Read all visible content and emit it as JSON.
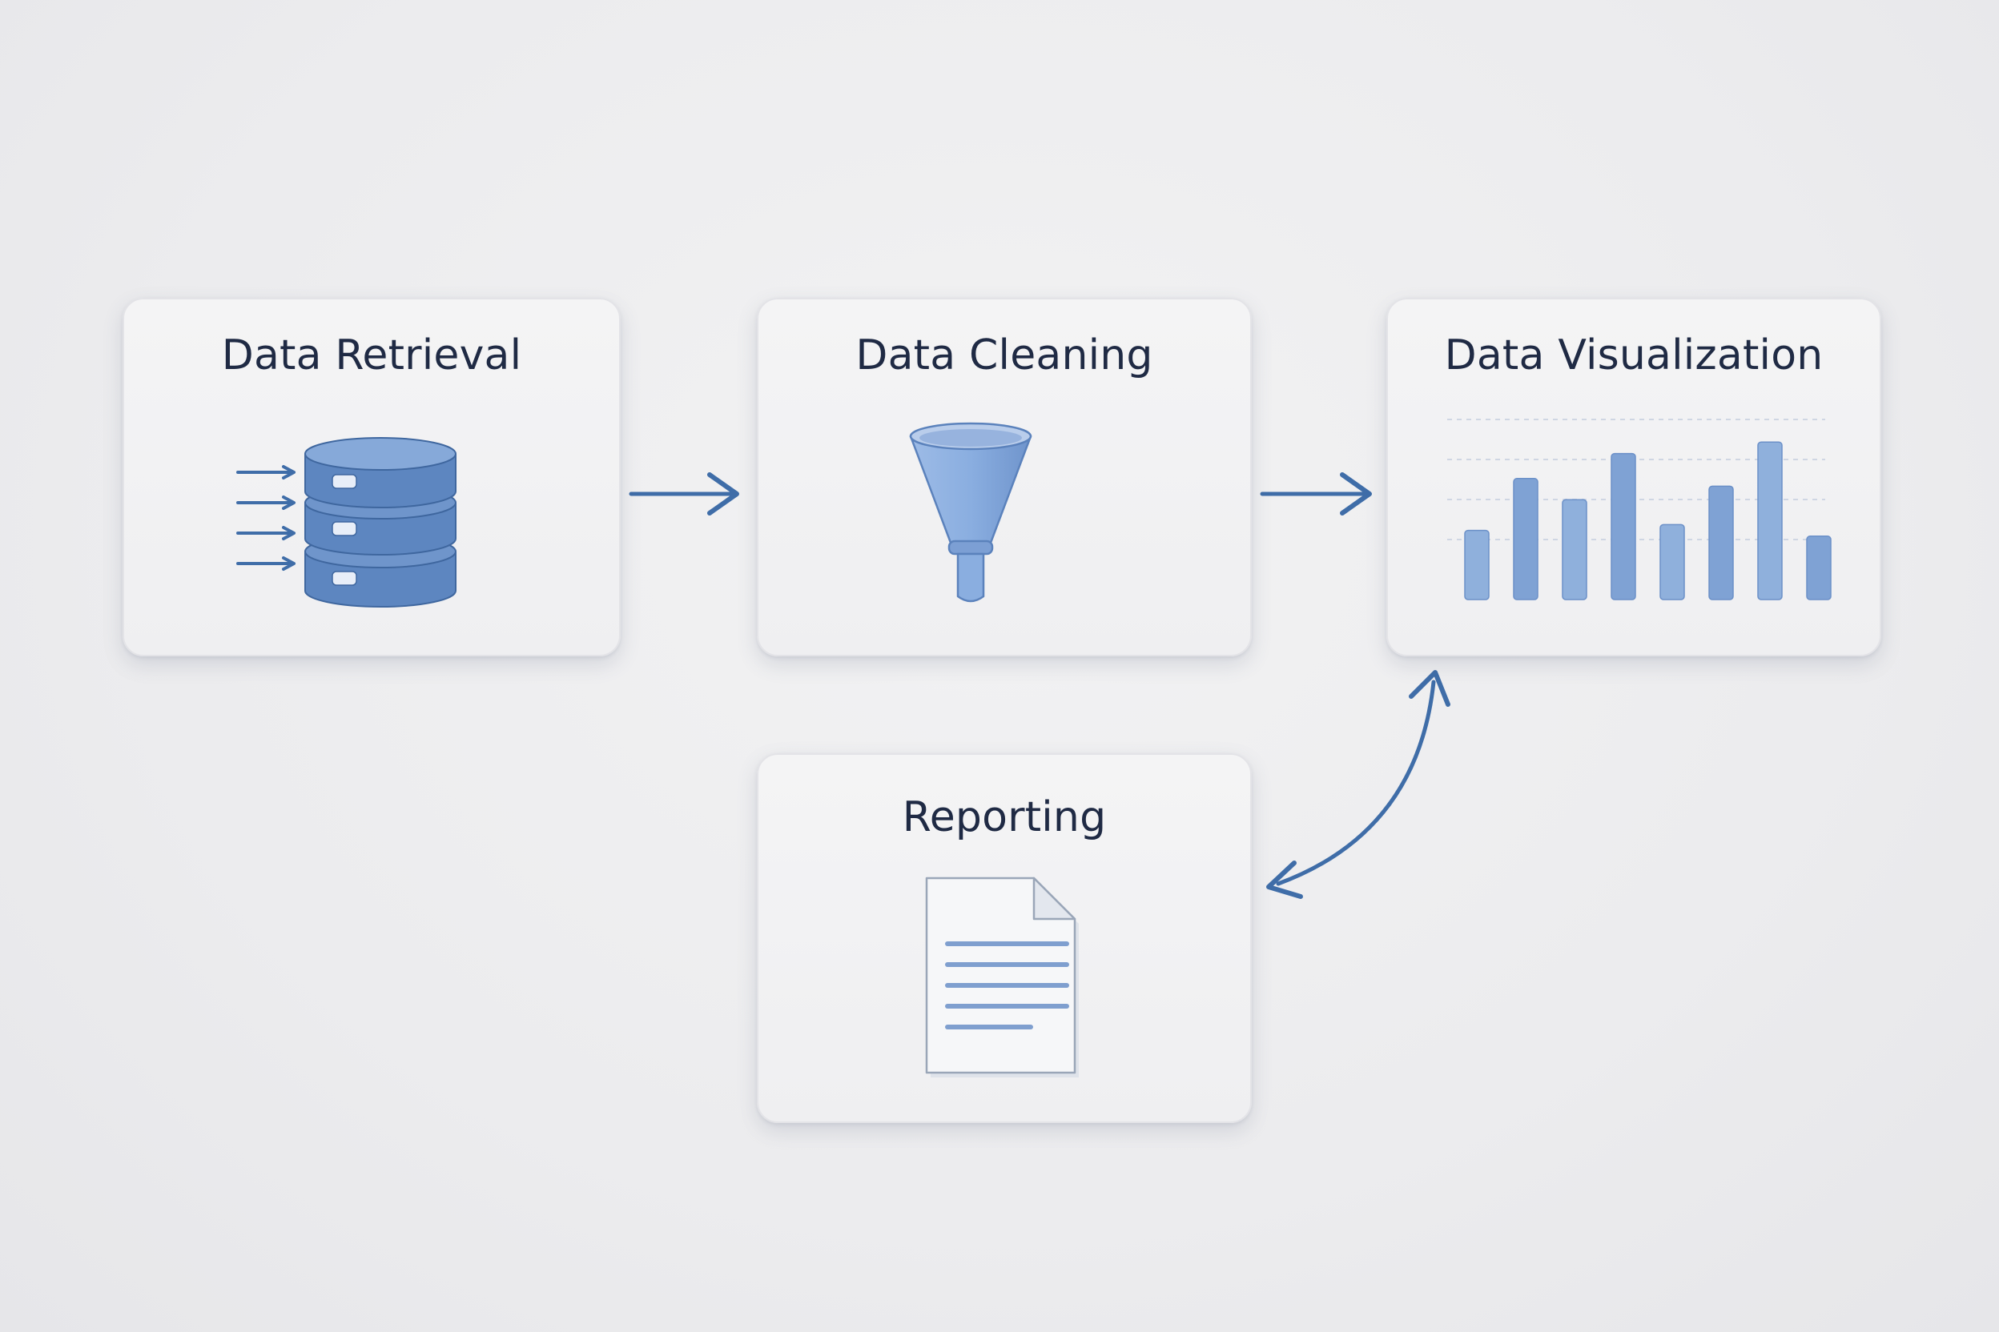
{
  "colors": {
    "background": "#ececee",
    "card": "#f2f2f4",
    "title_text": "#1f2a44",
    "accent_blue": "#3f6da8",
    "light_blue": "#8fb0dc"
  },
  "nodes": [
    {
      "id": "retrieval",
      "title": "Data Retrieval",
      "icon": "database-icon"
    },
    {
      "id": "cleaning",
      "title": "Data Cleaning",
      "icon": "funnel-icon"
    },
    {
      "id": "visualization",
      "title": "Data Visualization",
      "icon": "bar-chart-icon"
    },
    {
      "id": "reporting",
      "title": "Reporting",
      "icon": "document-icon"
    }
  ],
  "edges": [
    {
      "from": "retrieval",
      "to": "cleaning",
      "direction": "forward"
    },
    {
      "from": "cleaning",
      "to": "visualization",
      "direction": "forward"
    },
    {
      "from": "visualization",
      "to": "reporting",
      "direction": "bidirectional"
    }
  ],
  "visualization_bars": [
    0.36,
    0.63,
    0.52,
    0.76,
    0.39,
    0.59,
    0.82,
    0.33
  ]
}
